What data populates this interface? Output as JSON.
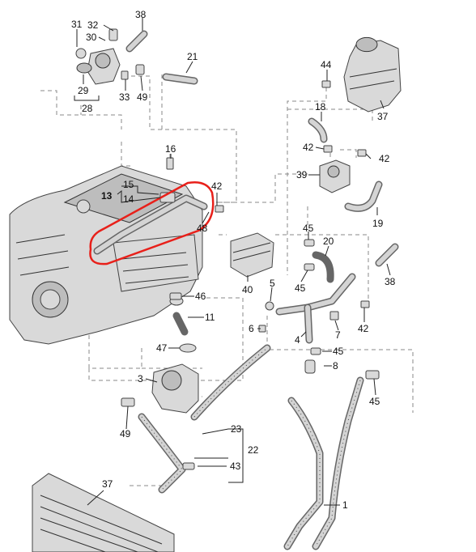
{
  "parts": [
    {
      "id": "31",
      "text": "31"
    },
    {
      "id": "32",
      "text": "32"
    },
    {
      "id": "38a",
      "text": "38"
    },
    {
      "id": "30",
      "text": "30"
    },
    {
      "id": "21",
      "text": "21"
    },
    {
      "id": "29",
      "text": "29"
    },
    {
      "id": "33",
      "text": "33"
    },
    {
      "id": "49a",
      "text": "49"
    },
    {
      "id": "28",
      "text": "28"
    },
    {
      "id": "44",
      "text": "44"
    },
    {
      "id": "18",
      "text": "18"
    },
    {
      "id": "37a",
      "text": "37"
    },
    {
      "id": "16",
      "text": "16"
    },
    {
      "id": "42a",
      "text": "42"
    },
    {
      "id": "42b",
      "text": "42"
    },
    {
      "id": "39",
      "text": "39"
    },
    {
      "id": "15",
      "text": "15"
    },
    {
      "id": "13",
      "text": "13"
    },
    {
      "id": "14",
      "text": "14"
    },
    {
      "id": "42c",
      "text": "42"
    },
    {
      "id": "48",
      "text": "48"
    },
    {
      "id": "19",
      "text": "19"
    },
    {
      "id": "45a",
      "text": "45"
    },
    {
      "id": "20",
      "text": "20"
    },
    {
      "id": "38b",
      "text": "38"
    },
    {
      "id": "45b",
      "text": "45"
    },
    {
      "id": "40",
      "text": "40"
    },
    {
      "id": "5",
      "text": "5"
    },
    {
      "id": "46",
      "text": "46"
    },
    {
      "id": "11",
      "text": "11"
    },
    {
      "id": "6",
      "text": "6"
    },
    {
      "id": "4",
      "text": "4"
    },
    {
      "id": "7",
      "text": "7"
    },
    {
      "id": "42d",
      "text": "42"
    },
    {
      "id": "47",
      "text": "47"
    },
    {
      "id": "45c",
      "text": "45"
    },
    {
      "id": "8",
      "text": "8"
    },
    {
      "id": "3",
      "text": "3"
    },
    {
      "id": "45d",
      "text": "45"
    },
    {
      "id": "49b",
      "text": "49"
    },
    {
      "id": "23",
      "text": "23"
    },
    {
      "id": "22",
      "text": "22"
    },
    {
      "id": "43",
      "text": "43"
    },
    {
      "id": "37b",
      "text": "37"
    },
    {
      "id": "1",
      "text": "1"
    }
  ],
  "highlight": {
    "part": "13",
    "color": "#e8201a"
  }
}
